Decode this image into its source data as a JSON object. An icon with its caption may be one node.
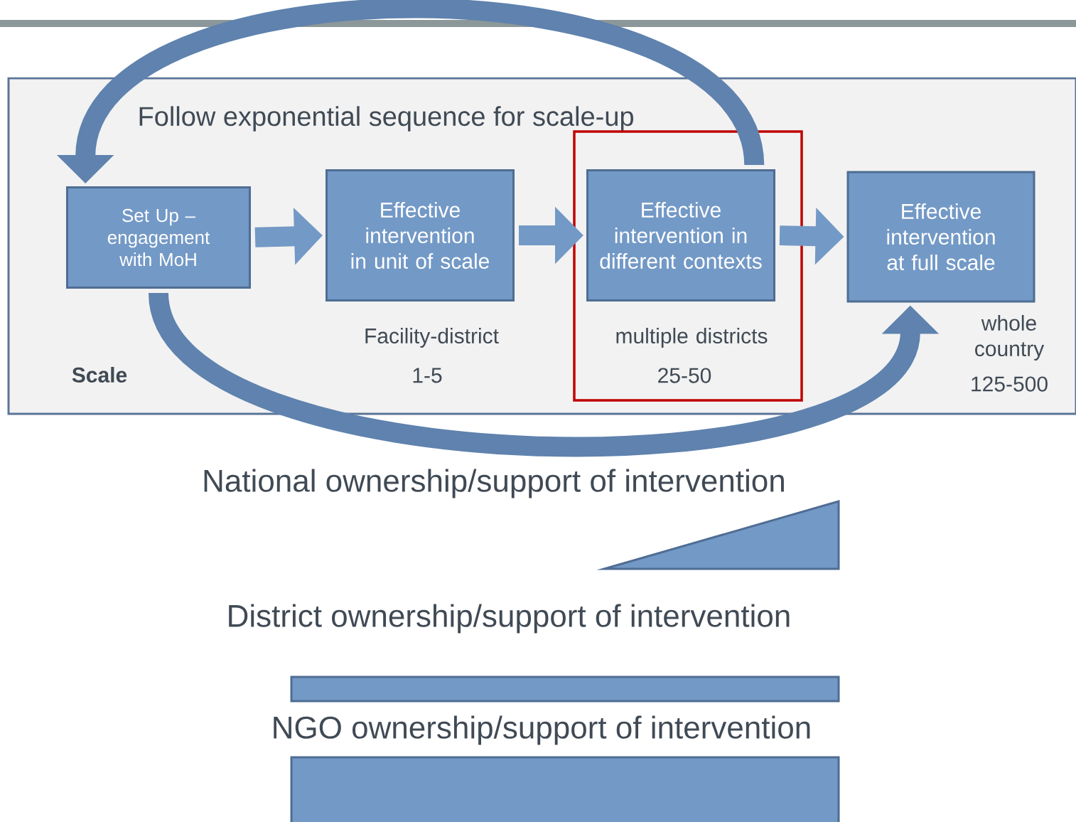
{
  "diagram": {
    "title": "Follow exponential sequence for scale-up",
    "nodes": [
      {
        "text": [],
        "shape": "box"
      },
      {
        "text": [
          "Set Up – engagement with MoH"
        ],
        "in": 0
      },
      {
        "text": [
          "Effective intervention in unit of scale"
        ],
        "beside": [
          "Facility-district",
          "1-5"
        ],
        "in": 0
      },
      {
        "text": [],
        "shape": "box",
        "in": 0
      },
      {
        "text": [
          "Effective intervention in different contexts"
        ],
        "beside": [
          "multiple districts",
          "25-50"
        ],
        "in": 3
      },
      {
        "text": [
          "Effective intervention at full scale"
        ],
        "beside": [
          "whole country",
          "125-500"
        ],
        "in": 0
      },
      {
        "text": [
          "National  ownership/support of intervention"
        ]
      },
      {
        "text": [
          "District ownership/support of intervention"
        ]
      },
      {
        "text": [
          "NGO ownership/support of intervention"
        ]
      }
    ],
    "edges": [
      {
        "from": 1,
        "to": 2,
        "arrow": "to"
      },
      {
        "from": 2,
        "to": 4,
        "arrow": "to"
      },
      {
        "from": 4,
        "to": 5,
        "arrow": "to"
      },
      {
        "from": 4,
        "to": 1,
        "arrow": "to"
      },
      {
        "from": 1,
        "to": 5,
        "arrow": "to"
      }
    ],
    "labels": [
      "Scale"
    ]
  }
}
